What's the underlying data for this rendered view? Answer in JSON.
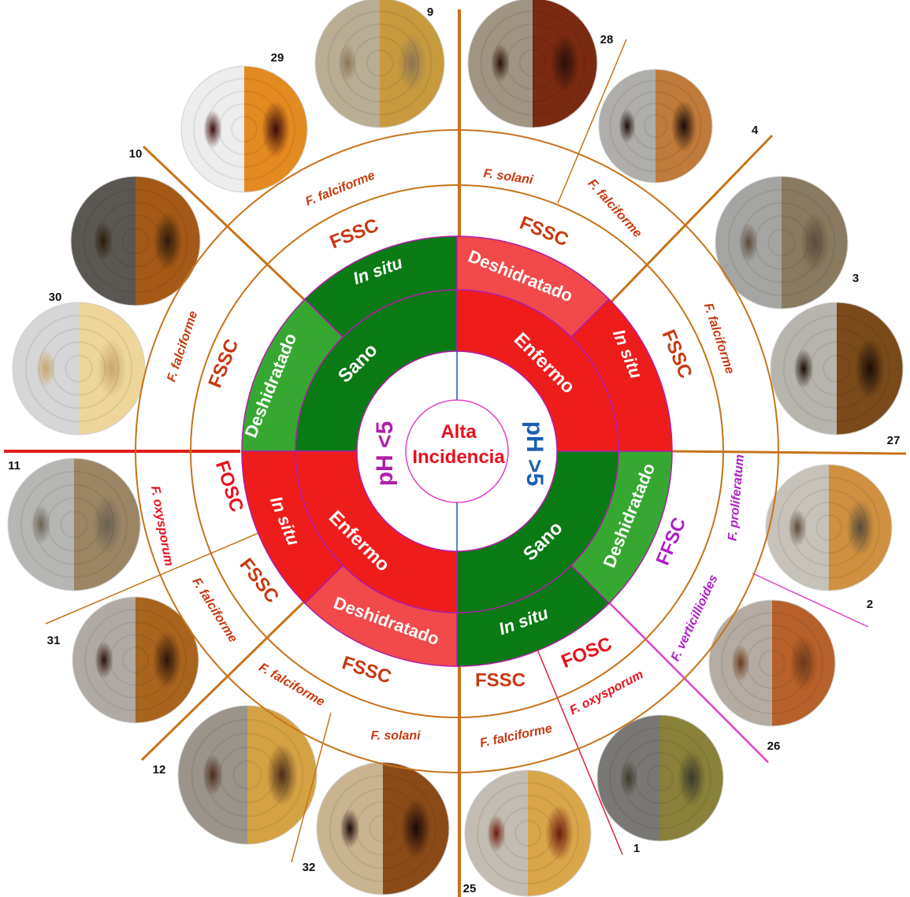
{
  "center": {
    "line1": "Alta",
    "line2": "Incidencia",
    "left": "pH <5",
    "right": "pH >5"
  },
  "inner_ring": [
    {
      "id": "ir-sano-tl",
      "label": "Sano",
      "color": "#0a7a14"
    },
    {
      "id": "ir-enfermo-tr",
      "label": "Enfermo",
      "color": "#ef1c1c"
    },
    {
      "id": "ir-sano-br",
      "label": "Sano",
      "color": "#0a7a14"
    },
    {
      "id": "ir-enfermo-bl",
      "label": "Enfermo",
      "color": "#ef1c1c"
    }
  ],
  "outer_ring": [
    {
      "id": "or-deshid-tl",
      "label": "Deshidratado",
      "color": "#36a832"
    },
    {
      "id": "or-insitu-tl",
      "label": "In situ",
      "color": "#0a7a14"
    },
    {
      "id": "or-deshid-tr",
      "label": "Deshidratado",
      "color": "#f2494a"
    },
    {
      "id": "or-insitu-tr",
      "label": "In situ",
      "color": "#ef1c1c"
    },
    {
      "id": "or-deshid-br",
      "label": "Deshidratado",
      "color": "#36a832"
    },
    {
      "id": "or-insitu-br",
      "label": "In situ",
      "color": "#0a7a14"
    },
    {
      "id": "or-deshid-bl",
      "label": "Deshidratado",
      "color": "#f2494a"
    },
    {
      "id": "or-insitu-bl",
      "label": "In situ",
      "color": "#ef1c1c"
    }
  ],
  "complex_labels": [
    {
      "id": "cx-1",
      "label": "FSSC",
      "color": "#c8380f"
    },
    {
      "id": "cx-2",
      "label": "FSSC",
      "color": "#c8380f"
    },
    {
      "id": "cx-3",
      "label": "FSSC",
      "color": "#c8380f"
    },
    {
      "id": "cx-4",
      "label": "FSSC",
      "color": "#c8380f"
    },
    {
      "id": "cx-5",
      "label": "FFSC",
      "color": "#b01ec8"
    },
    {
      "id": "cx-6",
      "label": "FOSC",
      "color": "#e8101e"
    },
    {
      "id": "cx-7",
      "label": "FSSC",
      "color": "#c8380f"
    },
    {
      "id": "cx-8",
      "label": "FSSC",
      "color": "#c8380f"
    },
    {
      "id": "cx-9",
      "label": "FSSC",
      "color": "#c8380f"
    },
    {
      "id": "cx-10",
      "label": "FOSC",
      "color": "#e8101e"
    }
  ],
  "species_labels": [
    {
      "id": "sp-1",
      "label": "F. falciforme",
      "color": "#c8380f"
    },
    {
      "id": "sp-2",
      "label": "F. solani",
      "color": "#c8380f"
    },
    {
      "id": "sp-3",
      "label": "F. falciforme",
      "color": "#c8380f"
    },
    {
      "id": "sp-4",
      "label": "F. falciforme",
      "color": "#c8380f"
    },
    {
      "id": "sp-5",
      "label": "F. proliferatum",
      "color": "#b01ec8"
    },
    {
      "id": "sp-6",
      "label": "F. verticillioides",
      "color": "#b01ec8"
    },
    {
      "id": "sp-7",
      "label": "F. oxysporum",
      "color": "#e8101e"
    },
    {
      "id": "sp-8",
      "label": "F. falciforme",
      "color": "#c8380f"
    },
    {
      "id": "sp-9",
      "label": "F. solani",
      "color": "#c8380f"
    },
    {
      "id": "sp-10",
      "label": "F. falciforme",
      "color": "#c8380f"
    },
    {
      "id": "sp-11",
      "label": "F. falciforme",
      "color": "#c8380f"
    },
    {
      "id": "sp-12",
      "label": "F. oxysporum",
      "color": "#e8101e"
    },
    {
      "id": "sp-13",
      "label": "F. falciforme",
      "color": "#c8380f"
    }
  ],
  "isolates": [
    {
      "id": "iso-9",
      "number": "9",
      "left_color": "#b9ad94",
      "right_color": "#c89a3e",
      "center_color": "#8a7654"
    },
    {
      "id": "iso-28",
      "number": "28",
      "left_color": "#a09482",
      "right_color": "#7a2a10",
      "center_color": "#2a1008"
    },
    {
      "id": "iso-4",
      "number": "4",
      "left_color": "#b0aeaa",
      "right_color": "#c07a3a",
      "center_color": "#1a0c08"
    },
    {
      "id": "iso-3",
      "number": "3",
      "left_color": "#a4a4a2",
      "right_color": "#8a7a60",
      "center_color": "#5a4a3a"
    },
    {
      "id": "iso-27",
      "number": "27",
      "left_color": "#b6b4ac",
      "right_color": "#7a4a1a",
      "center_color": "#1a0c06"
    },
    {
      "id": "iso-2",
      "number": "2",
      "left_color": "#c6c2ba",
      "right_color": "#cf9140",
      "center_color": "#5a4a3a"
    },
    {
      "id": "iso-26",
      "number": "26",
      "left_color": "#b4aca2",
      "right_color": "#b8602a",
      "center_color": "#6a3a1a"
    },
    {
      "id": "iso-1",
      "number": "1",
      "left_color": "#7a7874",
      "right_color": "#8a823a",
      "center_color": "#3a3a2a"
    },
    {
      "id": "iso-25",
      "number": "25",
      "left_color": "#c2bcb2",
      "right_color": "#d9a64a",
      "center_color": "#6a1a0a"
    },
    {
      "id": "iso-32",
      "number": "32",
      "left_color": "#c8b48e",
      "right_color": "#8a4a18",
      "center_color": "#1a0806"
    },
    {
      "id": "iso-12",
      "number": "12",
      "left_color": "#9a948a",
      "right_color": "#d4a242",
      "center_color": "#4a2a1a"
    },
    {
      "id": "iso-31",
      "number": "31",
      "left_color": "#b0aaa4",
      "right_color": "#a8631c",
      "center_color": "#2a1408"
    },
    {
      "id": "iso-11",
      "number": "11",
      "left_color": "#b6b6b4",
      "right_color": "#9a8664",
      "center_color": "#6a6052"
    },
    {
      "id": "iso-30",
      "number": "30",
      "left_color": "#d6d6d6",
      "right_color": "#eed69a",
      "center_color": "#c9a56a"
    },
    {
      "id": "iso-10",
      "number": "10",
      "left_color": "#5a5652",
      "right_color": "#a45a16",
      "center_color": "#2a1a0a"
    },
    {
      "id": "iso-29",
      "number": "29",
      "left_color": "#ededed",
      "right_color": "#e38a20",
      "center_color": "#3a0a0a"
    }
  ]
}
